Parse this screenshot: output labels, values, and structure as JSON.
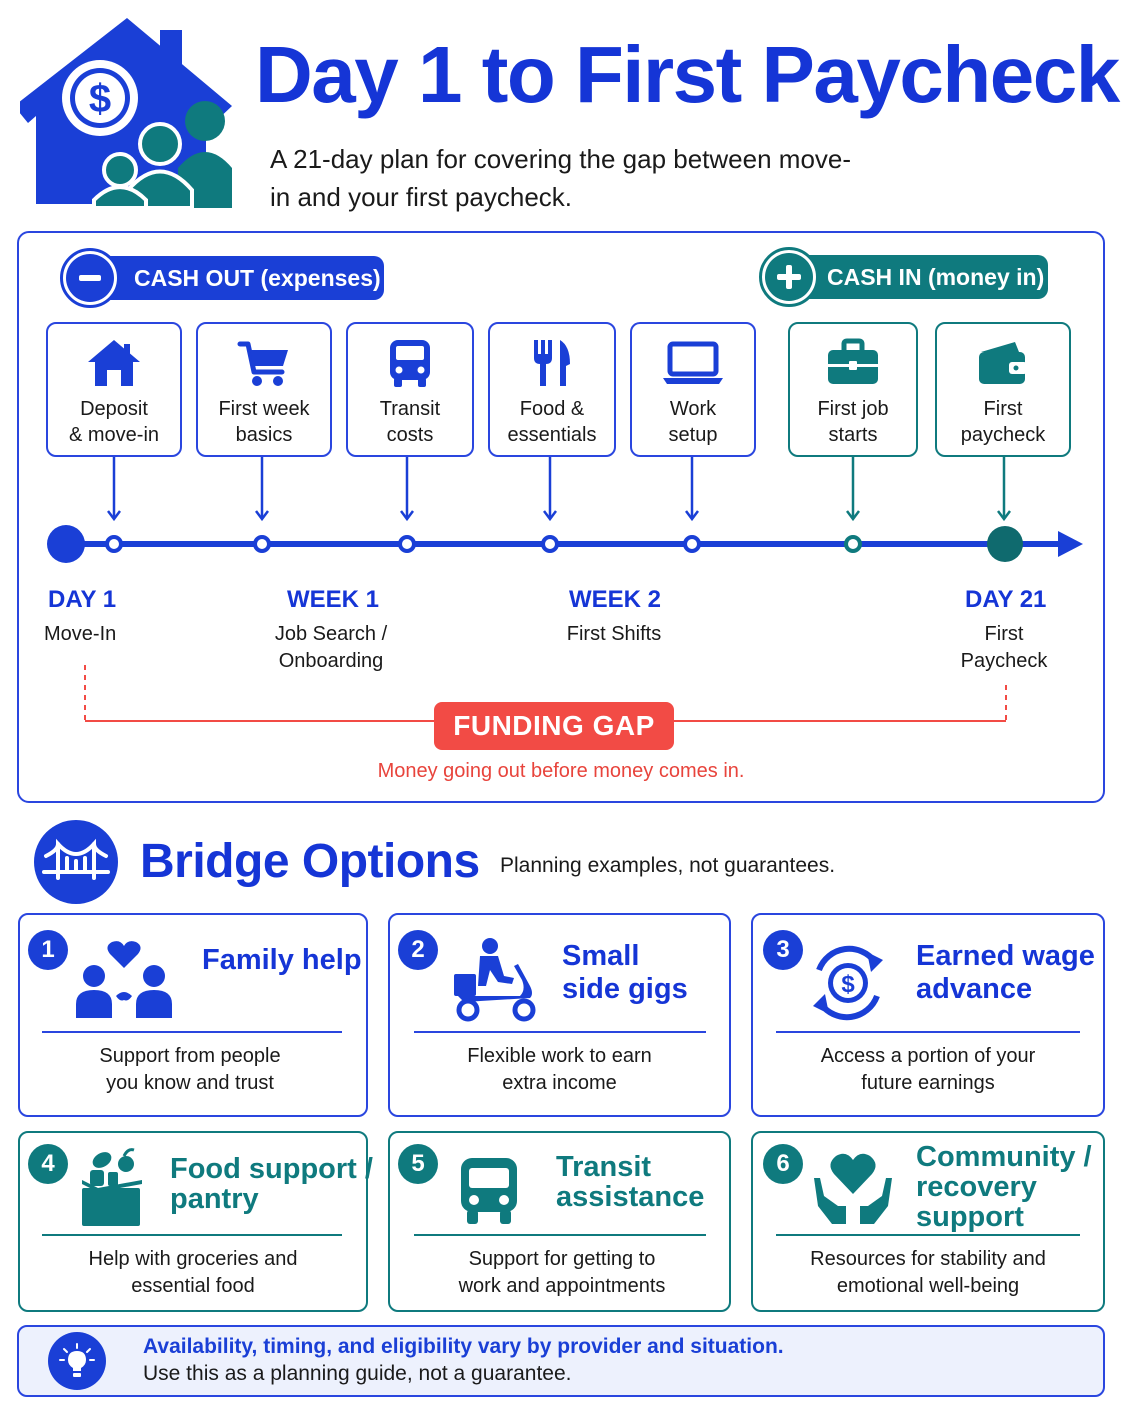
{
  "header": {
    "title": "Day 1 to First Paycheck",
    "subtitle": "A 21-day plan for covering the gap between move-in and your first paycheck."
  },
  "colors": {
    "primary_blue": "#1a3fd6",
    "teal": "#0f7a7e",
    "gap_red": "#f24b45"
  },
  "cash_out": {
    "label": "CASH OUT (expenses)",
    "icon": "minus-icon"
  },
  "cash_in": {
    "label": "CASH IN (money in)",
    "icon": "plus-icon"
  },
  "stages": [
    {
      "label": "Deposit\n& move-in",
      "icon": "house-icon",
      "type": "out"
    },
    {
      "label": "First week\nbasics",
      "icon": "shopping-cart-icon",
      "type": "out"
    },
    {
      "label": "Transit\ncosts",
      "icon": "bus-icon",
      "type": "out"
    },
    {
      "label": "Food &\nessentials",
      "icon": "fork-knife-icon",
      "type": "out"
    },
    {
      "label": "Work\nsetup",
      "icon": "laptop-icon",
      "type": "out"
    },
    {
      "label": "First job\nstarts",
      "icon": "briefcase-icon",
      "type": "in"
    },
    {
      "label": "First\npaycheck",
      "icon": "wallet-icon",
      "type": "in"
    }
  ],
  "milestones": [
    {
      "label": "DAY 1",
      "sub": "Move-In"
    },
    {
      "label": "WEEK 1",
      "sub": "Job Search /\nOnboarding"
    },
    {
      "label": "WEEK 2",
      "sub": "First Shifts"
    },
    {
      "label": "DAY 21",
      "sub": "First\nPaycheck"
    }
  ],
  "gap": {
    "label": "FUNDING GAP",
    "note": "Money going out before money comes in."
  },
  "bridge": {
    "title": "Bridge Options",
    "note": "Planning examples, not guarantees.",
    "icon": "bridge-icon",
    "options": [
      {
        "num": "1",
        "title": "Family help",
        "desc": "Support from people\nyou know and trust",
        "icon": "family-heart-icon"
      },
      {
        "num": "2",
        "title": "Small\nside gigs",
        "desc": "Flexible work to earn\nextra income",
        "icon": "scooter-delivery-icon"
      },
      {
        "num": "3",
        "title": "Earned wage\nadvance",
        "desc": "Access a portion of your\nfuture earnings",
        "icon": "dollar-cycle-icon"
      },
      {
        "num": "4",
        "title": "Food support /\npantry",
        "desc": "Help with groceries and\nessential food",
        "icon": "grocery-box-icon"
      },
      {
        "num": "5",
        "title": "Transit\nassistance",
        "desc": "Support for getting to\nwork and appointments",
        "icon": "bus-icon"
      },
      {
        "num": "6",
        "title": "Community /\nrecovery\nsupport",
        "desc": "Resources for stability and\nemotional well-being",
        "icon": "hands-heart-icon"
      }
    ]
  },
  "footer": {
    "bold": "Availability, timing, and eligibility vary by provider and situation.",
    "text": "Use this as a planning guide, not a guarantee.",
    "icon": "lightbulb-icon"
  }
}
